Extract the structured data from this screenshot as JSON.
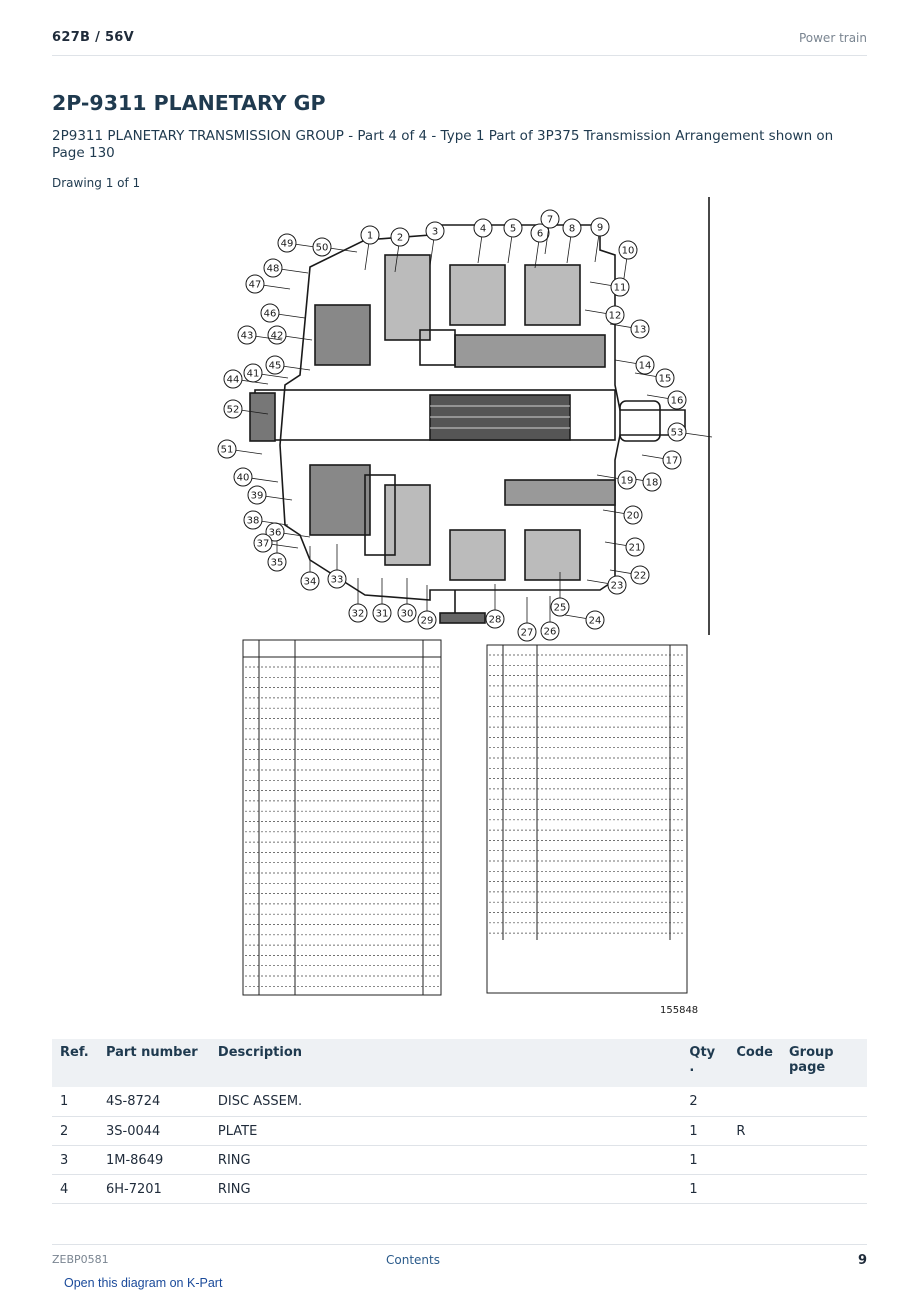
{
  "header": {
    "model": "627B  /  56V",
    "section": "Power train"
  },
  "title": "2P-9311 PLANETARY GP",
  "subtitle": "2P9311 PLANETARY TRANSMISSION GROUP - Part 4 of 4 - Type 1 Part of 3P375 Transmission Arrangement shown on Page 130",
  "drawing_label": "Drawing 1 of 1",
  "diagram": {
    "callouts_top": [
      "1",
      "2",
      "3",
      "4",
      "5",
      "6",
      "7",
      "8",
      "9",
      "10"
    ],
    "callouts_right": [
      "11",
      "12",
      "13",
      "14",
      "15",
      "16",
      "17",
      "18",
      "19",
      "20",
      "21",
      "22",
      "23",
      "24"
    ],
    "callouts_bottom": [
      "25",
      "26",
      "27",
      "28",
      "29",
      "30",
      "31",
      "32",
      "33",
      "34",
      "35"
    ],
    "callouts_left": [
      "36",
      "37",
      "38",
      "39",
      "40",
      "41",
      "42",
      "43",
      "44",
      "45",
      "46",
      "47",
      "48",
      "49",
      "50",
      "51",
      "52",
      "53"
    ],
    "drawing_number": "155848"
  },
  "table": {
    "headers": {
      "ref": "Ref.",
      "part_number": "Part number",
      "description": "Description",
      "qty": "Qty\n.",
      "code": "Code",
      "group_page": "Group page"
    },
    "rows": [
      {
        "ref": "1",
        "part_number": "4S-8724",
        "description": "DISC ASSEM.",
        "qty": "2",
        "code": "",
        "group_page": ""
      },
      {
        "ref": "2",
        "part_number": "3S-0044",
        "description": "PLATE",
        "qty": "1",
        "code": "R",
        "group_page": ""
      },
      {
        "ref": "3",
        "part_number": "1M-8649",
        "description": "RING",
        "qty": "1",
        "code": "",
        "group_page": ""
      },
      {
        "ref": "4",
        "part_number": "6H-7201",
        "description": "RING",
        "qty": "1",
        "code": "",
        "group_page": ""
      }
    ]
  },
  "footer": {
    "doc_id": "ZEBP0581",
    "contents_link": "Contents",
    "page_number": "9",
    "kpart_link": "Open this diagram on K-Part"
  }
}
